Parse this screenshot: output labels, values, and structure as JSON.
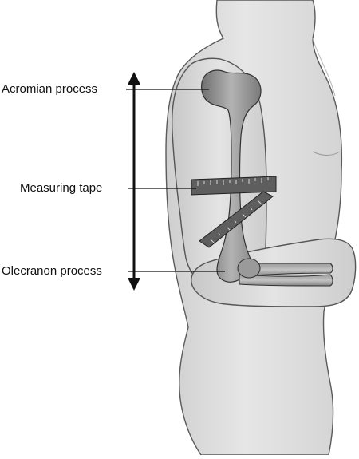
{
  "labels": {
    "acromion": "Acromian process",
    "measuring_tape": "Measuring tape",
    "olecranon": "Olecranon process"
  },
  "colors": {
    "skin_fill": "#e2e2e2",
    "skin_shade": "#cfcfcf",
    "outline": "#555555",
    "bone_fill": "#8a8a8a",
    "bone_light": "#bdbdbd",
    "tape_fill": "#5e5e5e",
    "arrow": "#111111"
  }
}
